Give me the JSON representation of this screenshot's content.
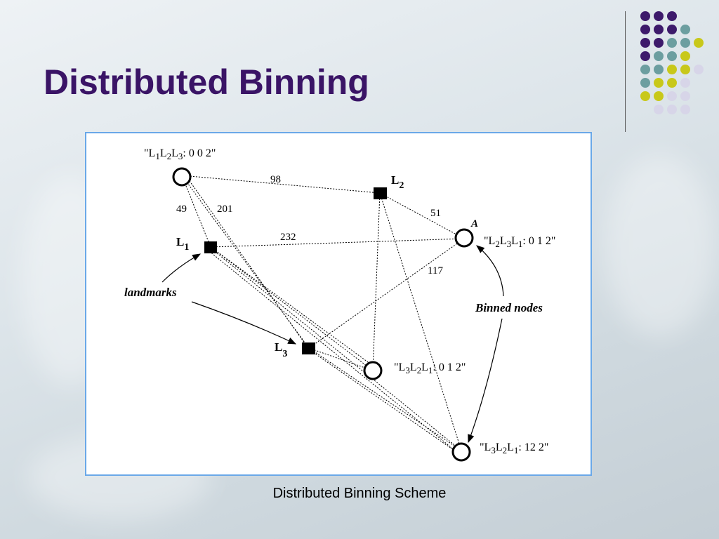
{
  "slide": {
    "title": "Distributed Binning",
    "caption": "Distributed Binning Scheme"
  },
  "colors": {
    "title": "#3a1466",
    "purple": "#3d1a6b",
    "teal": "#6c9ea0",
    "olive": "#c8c81a",
    "lavender": "#d7d5e8",
    "frame_border": "#6aa8e8"
  },
  "diagram": {
    "landmarks": [
      {
        "id": "L1",
        "label": "L",
        "sub": "1"
      },
      {
        "id": "L2",
        "label": "L",
        "sub": "2"
      },
      {
        "id": "L3",
        "label": "L",
        "sub": "3"
      }
    ],
    "nodes": [
      {
        "id": "top_left",
        "bin_open": "\"L",
        "bin_parts": [
          "1",
          "L",
          "2",
          "L",
          "3"
        ],
        "bin_value": ": 0 0 2\""
      },
      {
        "id": "A",
        "name": "A",
        "bin_parts": [
          "2",
          "L",
          "3",
          "L",
          "1"
        ],
        "bin_value": ": 0 1 2\""
      },
      {
        "id": "mid",
        "bin_parts": [
          "3",
          "L",
          "2",
          "L",
          "1"
        ],
        "bin_value": ": 0 1 2\""
      },
      {
        "id": "bottom",
        "bin_parts": [
          "3",
          "L",
          "2",
          "L",
          "1"
        ],
        "bin_value": ": 12 2\""
      }
    ],
    "distances": [
      "98",
      "49",
      "201",
      "232",
      "51",
      "117"
    ],
    "annotations": {
      "landmarks": "landmarks",
      "binned_nodes": "Binned nodes"
    }
  }
}
